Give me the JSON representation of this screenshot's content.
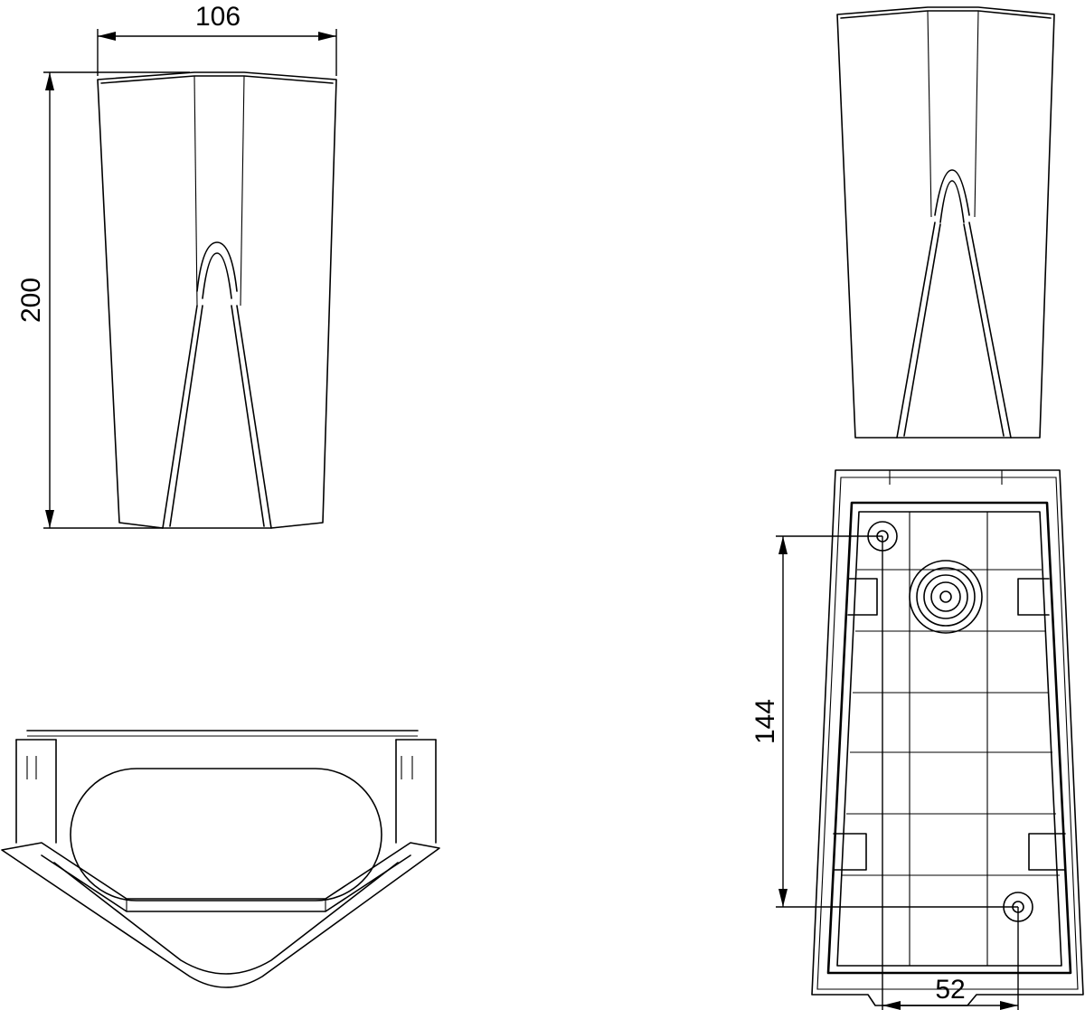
{
  "dimensions": {
    "front_width": "106",
    "front_height": "200",
    "bracket_hole_vertical": "144",
    "bracket_hole_horizontal": "52"
  }
}
